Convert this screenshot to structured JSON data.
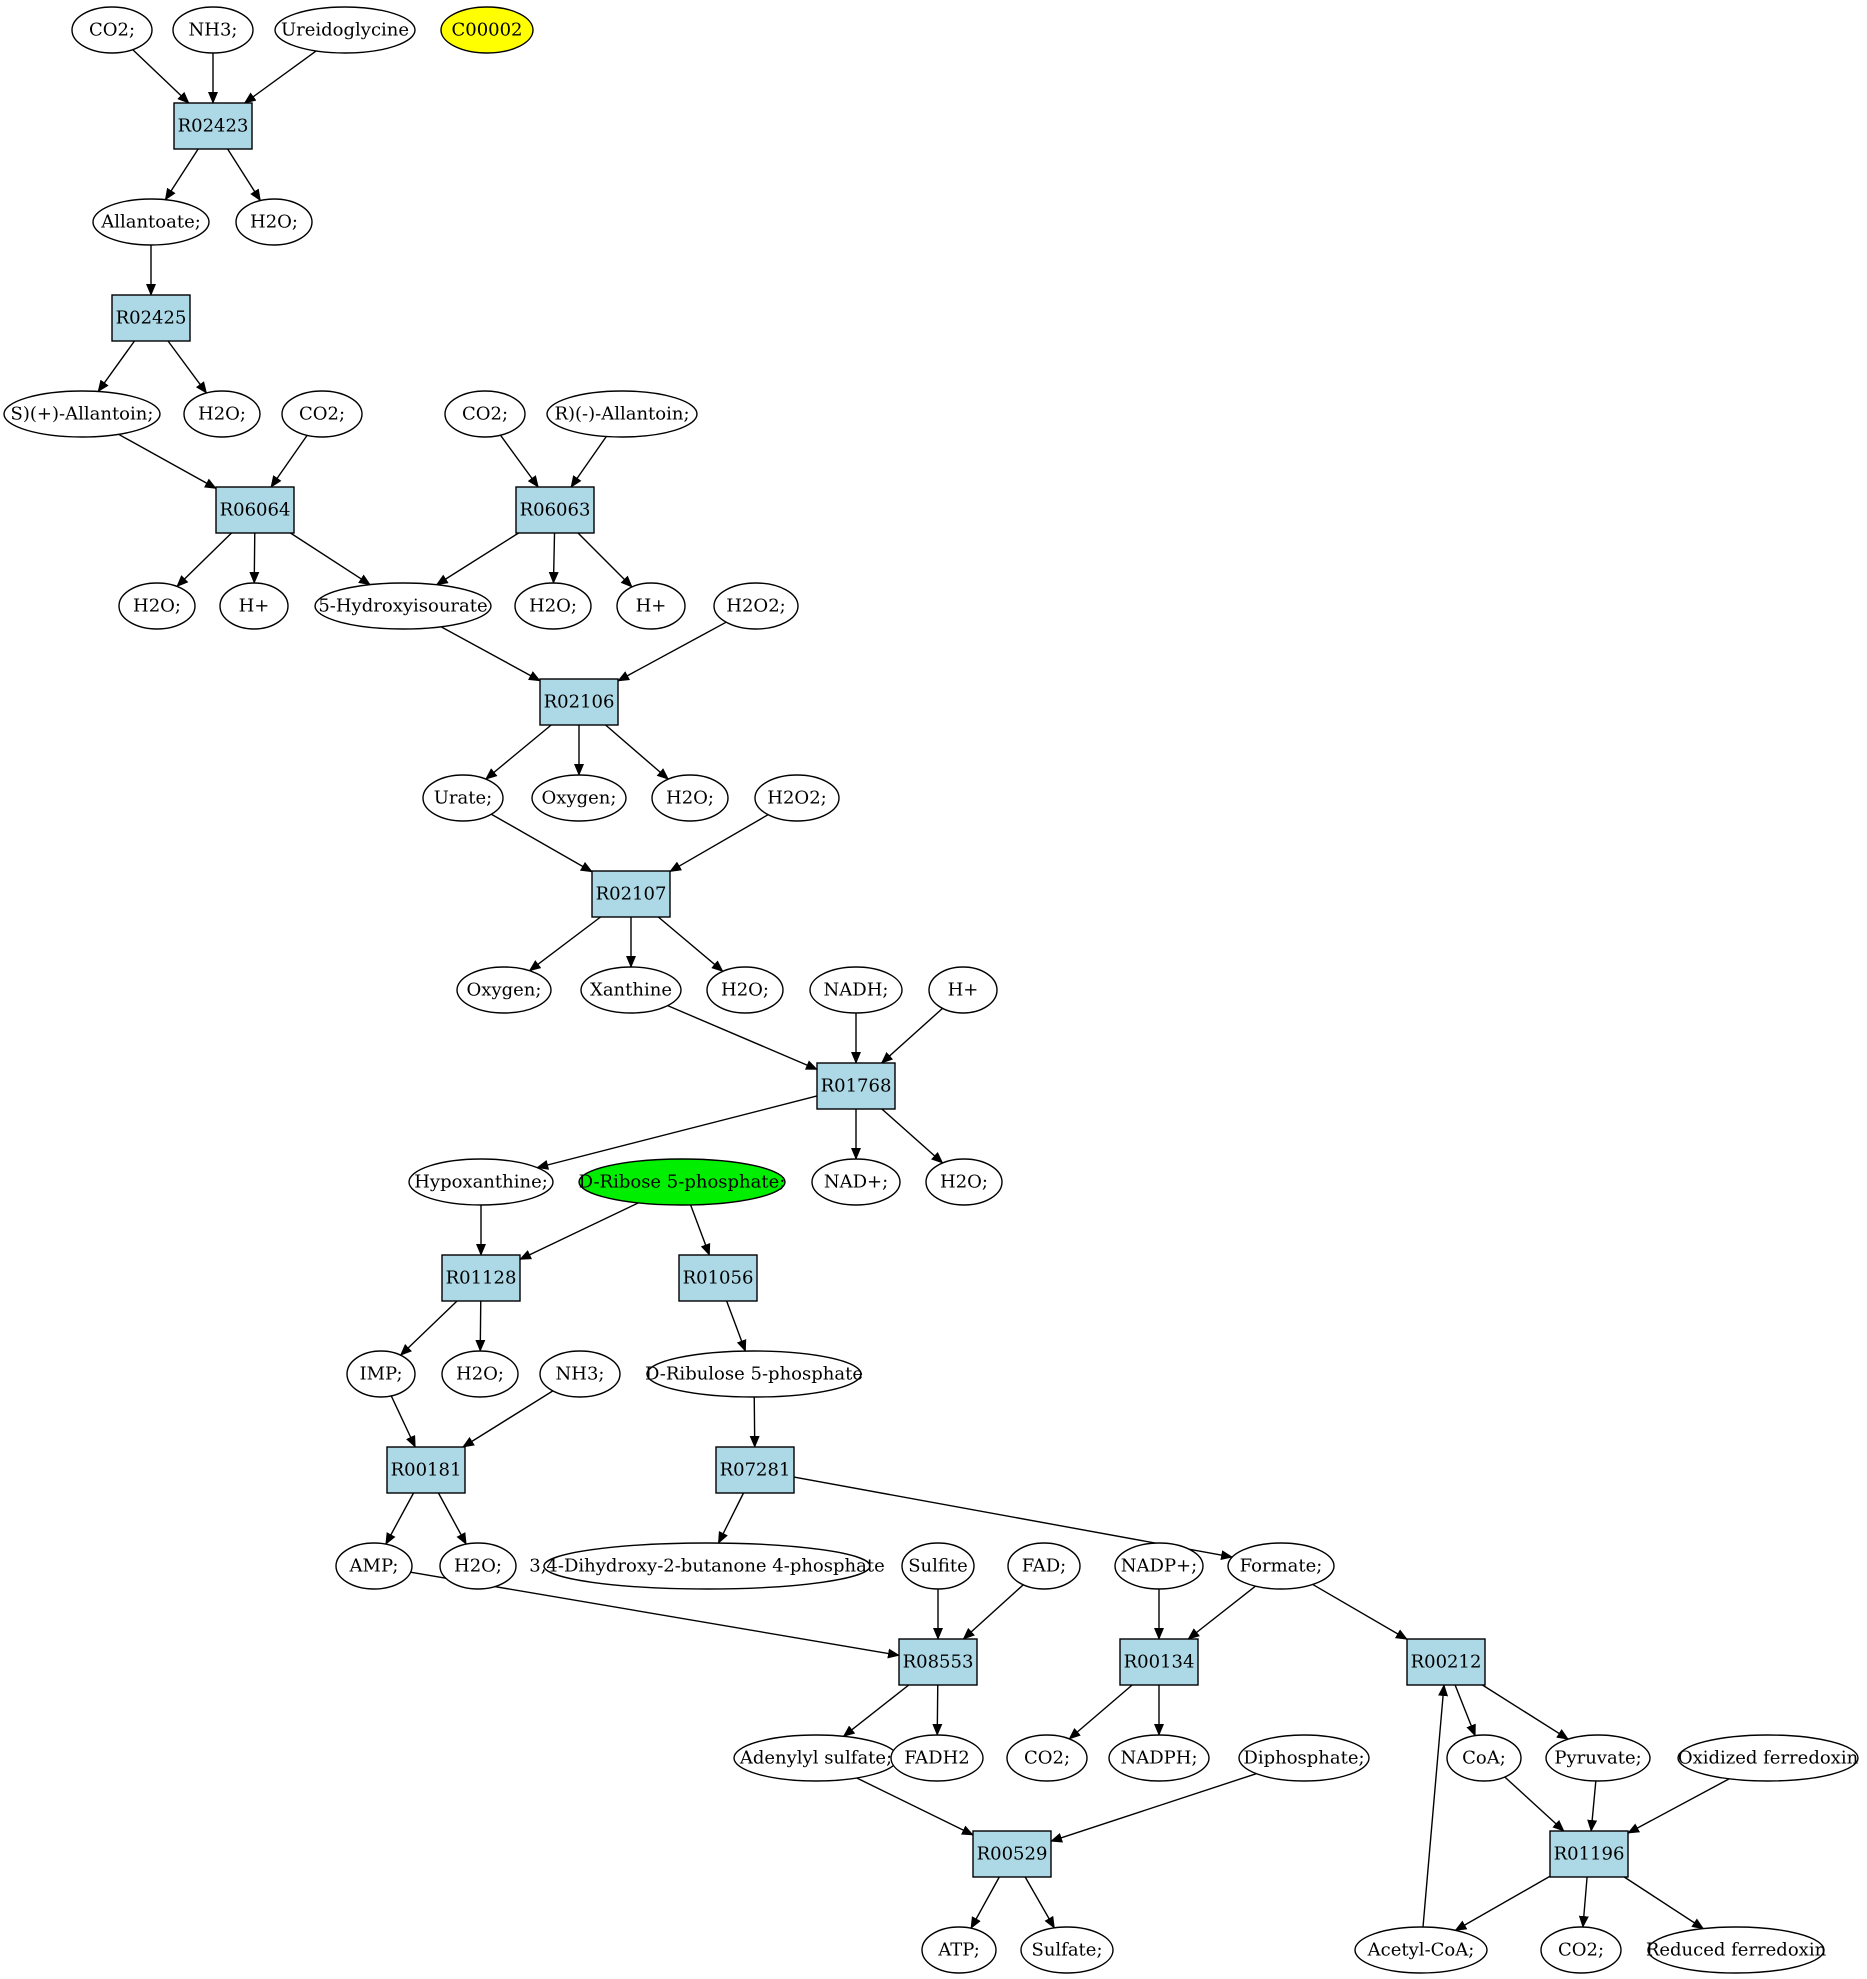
{
  "nodes": [
    {
      "id": "co2_1",
      "label": "CO2;",
      "shape": "ellipse",
      "fill": "#ffffff"
    },
    {
      "id": "nh3_1",
      "label": "NH3;",
      "shape": "ellipse",
      "fill": "#ffffff"
    },
    {
      "id": "ureidoglycine",
      "label": "Ureidoglycine",
      "shape": "ellipse",
      "fill": "#ffffff"
    },
    {
      "id": "c00002",
      "label": "C00002",
      "shape": "ellipse",
      "fill": "#ffff00"
    },
    {
      "id": "R02423",
      "label": "R02423",
      "shape": "box",
      "fill": "#add8e6"
    },
    {
      "id": "allantoate",
      "label": "Allantoate;",
      "shape": "ellipse",
      "fill": "#ffffff"
    },
    {
      "id": "h2o_1",
      "label": "H2O;",
      "shape": "ellipse",
      "fill": "#ffffff"
    },
    {
      "id": "R02425",
      "label": "R02425",
      "shape": "box",
      "fill": "#add8e6"
    },
    {
      "id": "s_allantoin",
      "label": "S)(+)-Allantoin;",
      "shape": "ellipse",
      "fill": "#ffffff"
    },
    {
      "id": "h2o_2",
      "label": "H2O;",
      "shape": "ellipse",
      "fill": "#ffffff"
    },
    {
      "id": "co2_2",
      "label": "CO2;",
      "shape": "ellipse",
      "fill": "#ffffff"
    },
    {
      "id": "co2_3",
      "label": "CO2;",
      "shape": "ellipse",
      "fill": "#ffffff"
    },
    {
      "id": "r_allantoin",
      "label": "R)(-)-Allantoin;",
      "shape": "ellipse",
      "fill": "#ffffff"
    },
    {
      "id": "R06064",
      "label": "R06064",
      "shape": "box",
      "fill": "#add8e6"
    },
    {
      "id": "R06063",
      "label": "R06063",
      "shape": "box",
      "fill": "#add8e6"
    },
    {
      "id": "h2o_3",
      "label": "H2O;",
      "shape": "ellipse",
      "fill": "#ffffff"
    },
    {
      "id": "hplus_1",
      "label": "H+",
      "shape": "ellipse",
      "fill": "#ffffff"
    },
    {
      "id": "hydroxyisourate",
      "label": "5-Hydroxyisourate",
      "shape": "ellipse",
      "fill": "#ffffff"
    },
    {
      "id": "h2o_4",
      "label": "H2O;",
      "shape": "ellipse",
      "fill": "#ffffff"
    },
    {
      "id": "hplus_2",
      "label": "H+",
      "shape": "ellipse",
      "fill": "#ffffff"
    },
    {
      "id": "h2o2_1",
      "label": "H2O2;",
      "shape": "ellipse",
      "fill": "#ffffff"
    },
    {
      "id": "R02106",
      "label": "R02106",
      "shape": "box",
      "fill": "#add8e6"
    },
    {
      "id": "urate",
      "label": "Urate;",
      "shape": "ellipse",
      "fill": "#ffffff"
    },
    {
      "id": "oxygen_1",
      "label": "Oxygen;",
      "shape": "ellipse",
      "fill": "#ffffff"
    },
    {
      "id": "h2o_5",
      "label": "H2O;",
      "shape": "ellipse",
      "fill": "#ffffff"
    },
    {
      "id": "h2o2_2",
      "label": "H2O2;",
      "shape": "ellipse",
      "fill": "#ffffff"
    },
    {
      "id": "R02107",
      "label": "R02107",
      "shape": "box",
      "fill": "#add8e6"
    },
    {
      "id": "oxygen_2",
      "label": "Oxygen;",
      "shape": "ellipse",
      "fill": "#ffffff"
    },
    {
      "id": "xanthine",
      "label": "Xanthine",
      "shape": "ellipse",
      "fill": "#ffffff"
    },
    {
      "id": "h2o_6",
      "label": "H2O;",
      "shape": "ellipse",
      "fill": "#ffffff"
    },
    {
      "id": "nadh",
      "label": "NADH;",
      "shape": "ellipse",
      "fill": "#ffffff"
    },
    {
      "id": "hplus_3",
      "label": "H+",
      "shape": "ellipse",
      "fill": "#ffffff"
    },
    {
      "id": "R01768",
      "label": "R01768",
      "shape": "box",
      "fill": "#add8e6"
    },
    {
      "id": "hypoxanthine",
      "label": "Hypoxanthine;",
      "shape": "ellipse",
      "fill": "#ffffff"
    },
    {
      "id": "ribose5p",
      "label": "D-Ribose 5-phosphate;",
      "shape": "ellipse",
      "fill": "#00ee00"
    },
    {
      "id": "nadplus",
      "label": "NAD+;",
      "shape": "ellipse",
      "fill": "#ffffff"
    },
    {
      "id": "h2o_7",
      "label": "H2O;",
      "shape": "ellipse",
      "fill": "#ffffff"
    },
    {
      "id": "R01128",
      "label": "R01128",
      "shape": "box",
      "fill": "#add8e6"
    },
    {
      "id": "R01056",
      "label": "R01056",
      "shape": "box",
      "fill": "#add8e6"
    },
    {
      "id": "imp",
      "label": "IMP;",
      "shape": "ellipse",
      "fill": "#ffffff"
    },
    {
      "id": "h2o_8",
      "label": "H2O;",
      "shape": "ellipse",
      "fill": "#ffffff"
    },
    {
      "id": "nh3_2",
      "label": "NH3;",
      "shape": "ellipse",
      "fill": "#ffffff"
    },
    {
      "id": "ribulose5p",
      "label": "D-Ribulose 5-phosphate",
      "shape": "ellipse",
      "fill": "#ffffff"
    },
    {
      "id": "R00181",
      "label": "R00181",
      "shape": "box",
      "fill": "#add8e6"
    },
    {
      "id": "R07281",
      "label": "R07281",
      "shape": "box",
      "fill": "#add8e6"
    },
    {
      "id": "amp",
      "label": "AMP;",
      "shape": "ellipse",
      "fill": "#ffffff"
    },
    {
      "id": "h2o_9",
      "label": "H2O;",
      "shape": "ellipse",
      "fill": "#ffffff"
    },
    {
      "id": "dihydroxybutanone",
      "label": "3,4-Dihydroxy-2-butanone 4-phosphate",
      "shape": "ellipse",
      "fill": "#ffffff"
    },
    {
      "id": "sulfite",
      "label": "Sulfite",
      "shape": "ellipse",
      "fill": "#ffffff"
    },
    {
      "id": "fad",
      "label": "FAD;",
      "shape": "ellipse",
      "fill": "#ffffff"
    },
    {
      "id": "nadpplus",
      "label": "NADP+;",
      "shape": "ellipse",
      "fill": "#ffffff"
    },
    {
      "id": "formate",
      "label": "Formate;",
      "shape": "ellipse",
      "fill": "#ffffff"
    },
    {
      "id": "R08553",
      "label": "R08553",
      "shape": "box",
      "fill": "#add8e6"
    },
    {
      "id": "R00134",
      "label": "R00134",
      "shape": "box",
      "fill": "#add8e6"
    },
    {
      "id": "R00212",
      "label": "R00212",
      "shape": "box",
      "fill": "#add8e6"
    },
    {
      "id": "adenylyl_sulfate",
      "label": "Adenylyl sulfate;",
      "shape": "ellipse",
      "fill": "#ffffff"
    },
    {
      "id": "fadh2",
      "label": "FADH2",
      "shape": "ellipse",
      "fill": "#ffffff"
    },
    {
      "id": "co2_4",
      "label": "CO2;",
      "shape": "ellipse",
      "fill": "#ffffff"
    },
    {
      "id": "nadph",
      "label": "NADPH;",
      "shape": "ellipse",
      "fill": "#ffffff"
    },
    {
      "id": "diphosphate",
      "label": "Diphosphate;",
      "shape": "ellipse",
      "fill": "#ffffff"
    },
    {
      "id": "coa",
      "label": "CoA;",
      "shape": "ellipse",
      "fill": "#ffffff"
    },
    {
      "id": "pyruvate",
      "label": "Pyruvate;",
      "shape": "ellipse",
      "fill": "#ffffff"
    },
    {
      "id": "ox_ferredoxin",
      "label": "Oxidized ferredoxin",
      "shape": "ellipse",
      "fill": "#ffffff"
    },
    {
      "id": "R00529",
      "label": "R00529",
      "shape": "box",
      "fill": "#add8e6"
    },
    {
      "id": "R01196",
      "label": "R01196",
      "shape": "box",
      "fill": "#add8e6"
    },
    {
      "id": "atp",
      "label": "ATP;",
      "shape": "ellipse",
      "fill": "#ffffff"
    },
    {
      "id": "sulfate",
      "label": "Sulfate;",
      "shape": "ellipse",
      "fill": "#ffffff"
    },
    {
      "id": "acetylcoa",
      "label": "Acetyl-CoA;",
      "shape": "ellipse",
      "fill": "#ffffff"
    },
    {
      "id": "co2_5",
      "label": "CO2;",
      "shape": "ellipse",
      "fill": "#ffffff"
    },
    {
      "id": "red_ferredoxin",
      "label": "Reduced ferredoxin",
      "shape": "ellipse",
      "fill": "#ffffff"
    }
  ],
  "edges": [
    [
      "co2_1",
      "R02423"
    ],
    [
      "nh3_1",
      "R02423"
    ],
    [
      "ureidoglycine",
      "R02423"
    ],
    [
      "R02423",
      "allantoate"
    ],
    [
      "R02423",
      "h2o_1"
    ],
    [
      "allantoate",
      "R02425"
    ],
    [
      "R02425",
      "s_allantoin"
    ],
    [
      "R02425",
      "h2o_2"
    ],
    [
      "s_allantoin",
      "R06064"
    ],
    [
      "co2_2",
      "R06064"
    ],
    [
      "co2_3",
      "R06063"
    ],
    [
      "r_allantoin",
      "R06063"
    ],
    [
      "R06064",
      "h2o_3"
    ],
    [
      "R06064",
      "hplus_1"
    ],
    [
      "R06064",
      "hydroxyisourate"
    ],
    [
      "R06063",
      "hydroxyisourate"
    ],
    [
      "R06063",
      "h2o_4"
    ],
    [
      "R06063",
      "hplus_2"
    ],
    [
      "hydroxyisourate",
      "R02106"
    ],
    [
      "h2o2_1",
      "R02106"
    ],
    [
      "R02106",
      "urate"
    ],
    [
      "R02106",
      "oxygen_1"
    ],
    [
      "R02106",
      "h2o_5"
    ],
    [
      "urate",
      "R02107"
    ],
    [
      "h2o2_2",
      "R02107"
    ],
    [
      "R02107",
      "oxygen_2"
    ],
    [
      "R02107",
      "xanthine"
    ],
    [
      "R02107",
      "h2o_6"
    ],
    [
      "xanthine",
      "R01768"
    ],
    [
      "nadh",
      "R01768"
    ],
    [
      "hplus_3",
      "R01768"
    ],
    [
      "R01768",
      "hypoxanthine"
    ],
    [
      "R01768",
      "nadplus"
    ],
    [
      "R01768",
      "h2o_7"
    ],
    [
      "hypoxanthine",
      "R01128"
    ],
    [
      "ribose5p",
      "R01128"
    ],
    [
      "ribose5p",
      "R01056"
    ],
    [
      "R01128",
      "imp"
    ],
    [
      "R01128",
      "h2o_8"
    ],
    [
      "R01056",
      "ribulose5p"
    ],
    [
      "imp",
      "R00181"
    ],
    [
      "nh3_2",
      "R00181"
    ],
    [
      "ribulose5p",
      "R07281"
    ],
    [
      "R00181",
      "amp"
    ],
    [
      "R00181",
      "h2o_9"
    ],
    [
      "R07281",
      "dihydroxybutanone"
    ],
    [
      "R07281",
      "formate"
    ],
    [
      "amp",
      "R08553"
    ],
    [
      "sulfite",
      "R08553"
    ],
    [
      "fad",
      "R08553"
    ],
    [
      "nadpplus",
      "R00134"
    ],
    [
      "formate",
      "R00134"
    ],
    [
      "formate",
      "R00212"
    ],
    [
      "R08553",
      "adenylyl_sulfate"
    ],
    [
      "R08553",
      "fadh2"
    ],
    [
      "R00134",
      "co2_4"
    ],
    [
      "R00134",
      "nadph"
    ],
    [
      "R00212",
      "coa"
    ],
    [
      "R00212",
      "pyruvate"
    ],
    [
      "adenylyl_sulfate",
      "R00529"
    ],
    [
      "diphosphate",
      "R00529"
    ],
    [
      "coa",
      "R01196"
    ],
    [
      "pyruvate",
      "R01196"
    ],
    [
      "ox_ferredoxin",
      "R01196"
    ],
    [
      "R00529",
      "atp"
    ],
    [
      "R00529",
      "sulfate"
    ],
    [
      "R01196",
      "acetylcoa"
    ],
    [
      "R01196",
      "co2_5"
    ],
    [
      "R01196",
      "red_ferredoxin"
    ],
    [
      "acetylcoa",
      "R00212"
    ]
  ]
}
